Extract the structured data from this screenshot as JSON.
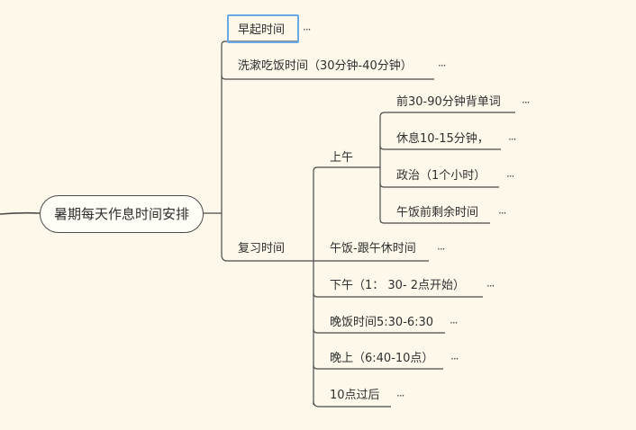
{
  "root": {
    "label": "暑期每天作息时间安排"
  },
  "branches": {
    "wake": {
      "label": "早起时间",
      "more": "···"
    },
    "wash": {
      "label": "洗漱吃饭时间（30分钟-40分钟）",
      "more": "···"
    },
    "review": {
      "label": "复习时间",
      "morning": {
        "label": "上午",
        "items": [
          {
            "label": "前30-90分钟背单词",
            "more": "···"
          },
          {
            "label": "休息10-15分钟，",
            "more": "···"
          },
          {
            "label": "政治（1个小时）",
            "more": "···"
          },
          {
            "label": "午饭前剩余时间",
            "more": "···"
          }
        ]
      },
      "items": [
        {
          "label": "午饭-跟午休时间",
          "more": "···"
        },
        {
          "label": "下午（1： 30- 2点开始）",
          "more": "···"
        },
        {
          "label": "晚饭时间5:30-6:30",
          "more": "···"
        },
        {
          "label": "晚上（6:40-10点）",
          "more": "···"
        },
        {
          "label": "10点过后",
          "more": "···"
        }
      ]
    }
  }
}
